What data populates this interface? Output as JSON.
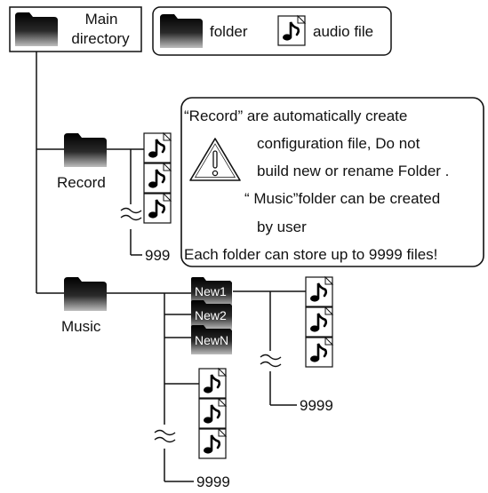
{
  "main_directory": {
    "line1": "Main",
    "line2": "directory"
  },
  "legend": {
    "folder_label": "folder",
    "audio_label": "audio file"
  },
  "record_folder": {
    "name": "Record",
    "count": "999"
  },
  "music_folder": {
    "name": "Music",
    "subfolders": [
      "New1",
      "New2",
      "NewN"
    ],
    "sub_count": "9999",
    "file_count": "9999"
  },
  "note": {
    "lines": [
      "“Record” are automatically create",
      "configuration file, Do not",
      "build new or rename Folder .",
      "“ Music”folder can be created",
      "by user",
      "Each folder can store up to 9999 files!"
    ]
  },
  "icons": {
    "folder": "folder-icon",
    "audio": "music-note-icon",
    "warning": "warning-icon"
  }
}
